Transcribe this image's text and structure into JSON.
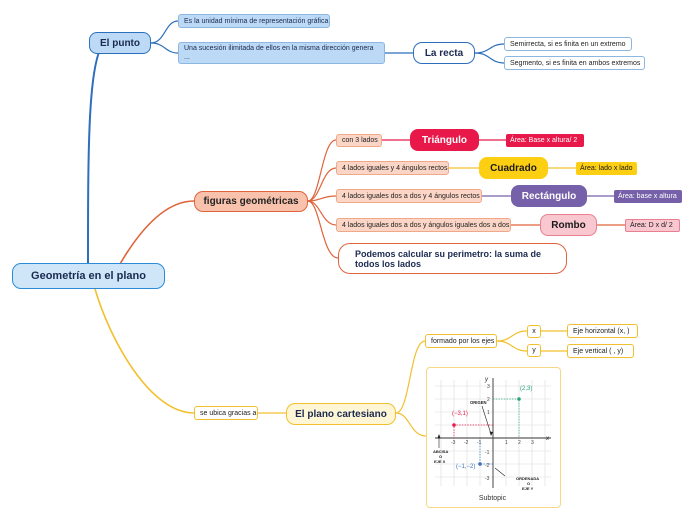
{
  "central": "Geometría en el plano",
  "punto": {
    "title": "El punto",
    "leaf1": "Es la unidad mínima de representación gráfica",
    "leaf2_line1": "Una sucesión ilimitada de ellos en la misma dirección genera",
    "leaf2_line2": "...",
    "recta": {
      "title": "La recta",
      "child1": "Semirrecta, si es finita en un extremo",
      "child2": "Segmento, si es finita en ambos extremos"
    }
  },
  "figuras": {
    "title": "figuras geométricas",
    "rows": [
      {
        "desc": "con 3 lados",
        "shape": "Triángulo",
        "area": "Área: Base x altura/ 2",
        "shape_color": "#e8194a",
        "shape_text": "#ffffff",
        "area_color": "#e8194a",
        "area_text": "#ffffff"
      },
      {
        "desc": "4 lados iguales y 4 ángulos rectos",
        "shape": "Cuadrado",
        "area": "Área: lado x lado",
        "shape_color": "#fdcf13",
        "shape_text": "#1a1a1a",
        "area_color": "#fdcf13",
        "area_text": "#1a1a1a"
      },
      {
        "desc": "4 lados iguales dos a dos y 4 ángulos rectos",
        "shape": "Rectángulo",
        "area": "Área: base x altura",
        "shape_color": "#7560a9",
        "shape_text": "#ffffff",
        "area_color": "#7560a9",
        "area_text": "#ffffff"
      },
      {
        "desc": "4 lados iguales dos a dos y ángulos iguales dos a dos",
        "shape": "Rombo",
        "area": "Área: D x d/ 2",
        "shape_color": "#f9c7cf",
        "shape_text": "#1a1a1a",
        "area_color": "#f9c7cf",
        "area_text": "#1a1a1a"
      }
    ],
    "perimetro": "Podemos calcular su perimetro: la suma de todos los lados"
  },
  "plano": {
    "connector": "se ubica gracias a",
    "title": "El plano cartesiano",
    "ejes": "formado por los ejes",
    "x_label": "x",
    "y_label": "y",
    "x_desc": "Eje horizontal (x,   )",
    "y_desc": "Eje vertical (   , y)",
    "image_caption": "Subtopic",
    "graph": {
      "origen": "ORIGEN",
      "abscisa": [
        "ABCISA",
        "O",
        "EJE X"
      ],
      "ordenada": [
        "ORDENADA",
        "O",
        "EJE Y"
      ],
      "points": [
        {
          "label": "(2,3)",
          "x": 2,
          "y": 3,
          "color": "#2aa37a"
        },
        {
          "label": "(−3,1)",
          "x": -3,
          "y": 1,
          "color": "#e8194a"
        },
        {
          "label": "(−1,−2)",
          "x": -1,
          "y": -2,
          "color": "#3a6fc0"
        }
      ],
      "axis_x": "x",
      "axis_y": "y"
    }
  },
  "colors": {
    "blue": "#2d6fbd",
    "orange": "#e0643b",
    "yellow": "#f2c02e"
  }
}
